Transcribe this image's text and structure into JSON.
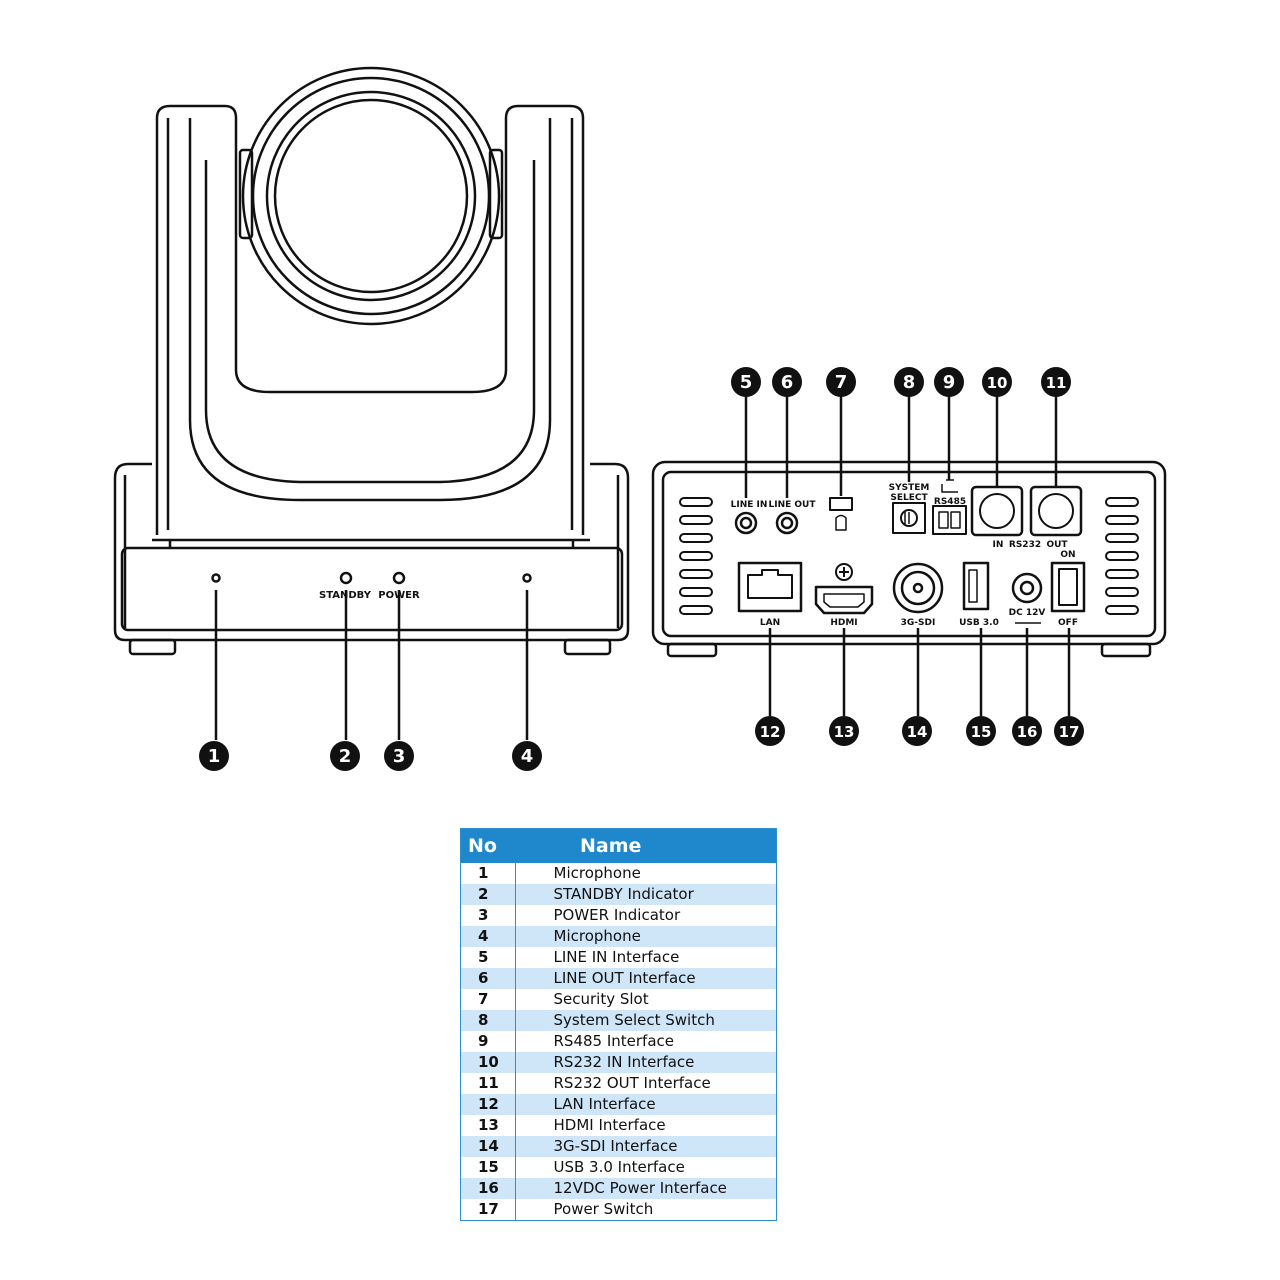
{
  "front_labels": {
    "standby": "STANDBY",
    "power": "POWER"
  },
  "rear_labels": {
    "line_in": "LINE IN",
    "line_out": "LINE OUT",
    "system_select": [
      "SYSTEM",
      "SELECT"
    ],
    "rs485": "RS485",
    "in": "IN",
    "rs232": "RS232",
    "out": "OUT",
    "on": "ON",
    "lan": "LAN",
    "hdmi": "HDMI",
    "sdi": "3G-SDI",
    "usb": "USB 3.0",
    "dc": "DC 12V",
    "off": "OFF"
  },
  "callouts": [
    "1",
    "2",
    "3",
    "4",
    "5",
    "6",
    "7",
    "8",
    "9",
    "10",
    "11",
    "12",
    "13",
    "14",
    "15",
    "16",
    "17"
  ],
  "table": {
    "header": {
      "no": "No",
      "name": "Name"
    },
    "rows": [
      {
        "no": "1",
        "name": "Microphone"
      },
      {
        "no": "2",
        "name": "STANDBY Indicator"
      },
      {
        "no": "3",
        "name": "POWER Indicator"
      },
      {
        "no": "4",
        "name": "Microphone"
      },
      {
        "no": "5",
        "name": "LINE IN Interface"
      },
      {
        "no": "6",
        "name": "LINE OUT Interface"
      },
      {
        "no": "7",
        "name": "Security Slot"
      },
      {
        "no": "8",
        "name": "System Select Switch"
      },
      {
        "no": "9",
        "name": "RS485 Interface"
      },
      {
        "no": "10",
        "name": "RS232 IN Interface"
      },
      {
        "no": "11",
        "name": "RS232 OUT Interface"
      },
      {
        "no": "12",
        "name": "LAN Interface"
      },
      {
        "no": "13",
        "name": "HDMI Interface"
      },
      {
        "no": "14",
        "name": "3G-SDI Interface"
      },
      {
        "no": "15",
        "name": "USB 3.0 Interface"
      },
      {
        "no": "16",
        "name": "12VDC Power Interface"
      },
      {
        "no": "17",
        "name": "Power Switch"
      }
    ]
  },
  "colors": {
    "table_header": "#1f87cc",
    "table_stripe": "#cfe5f8",
    "line": "#111111"
  }
}
